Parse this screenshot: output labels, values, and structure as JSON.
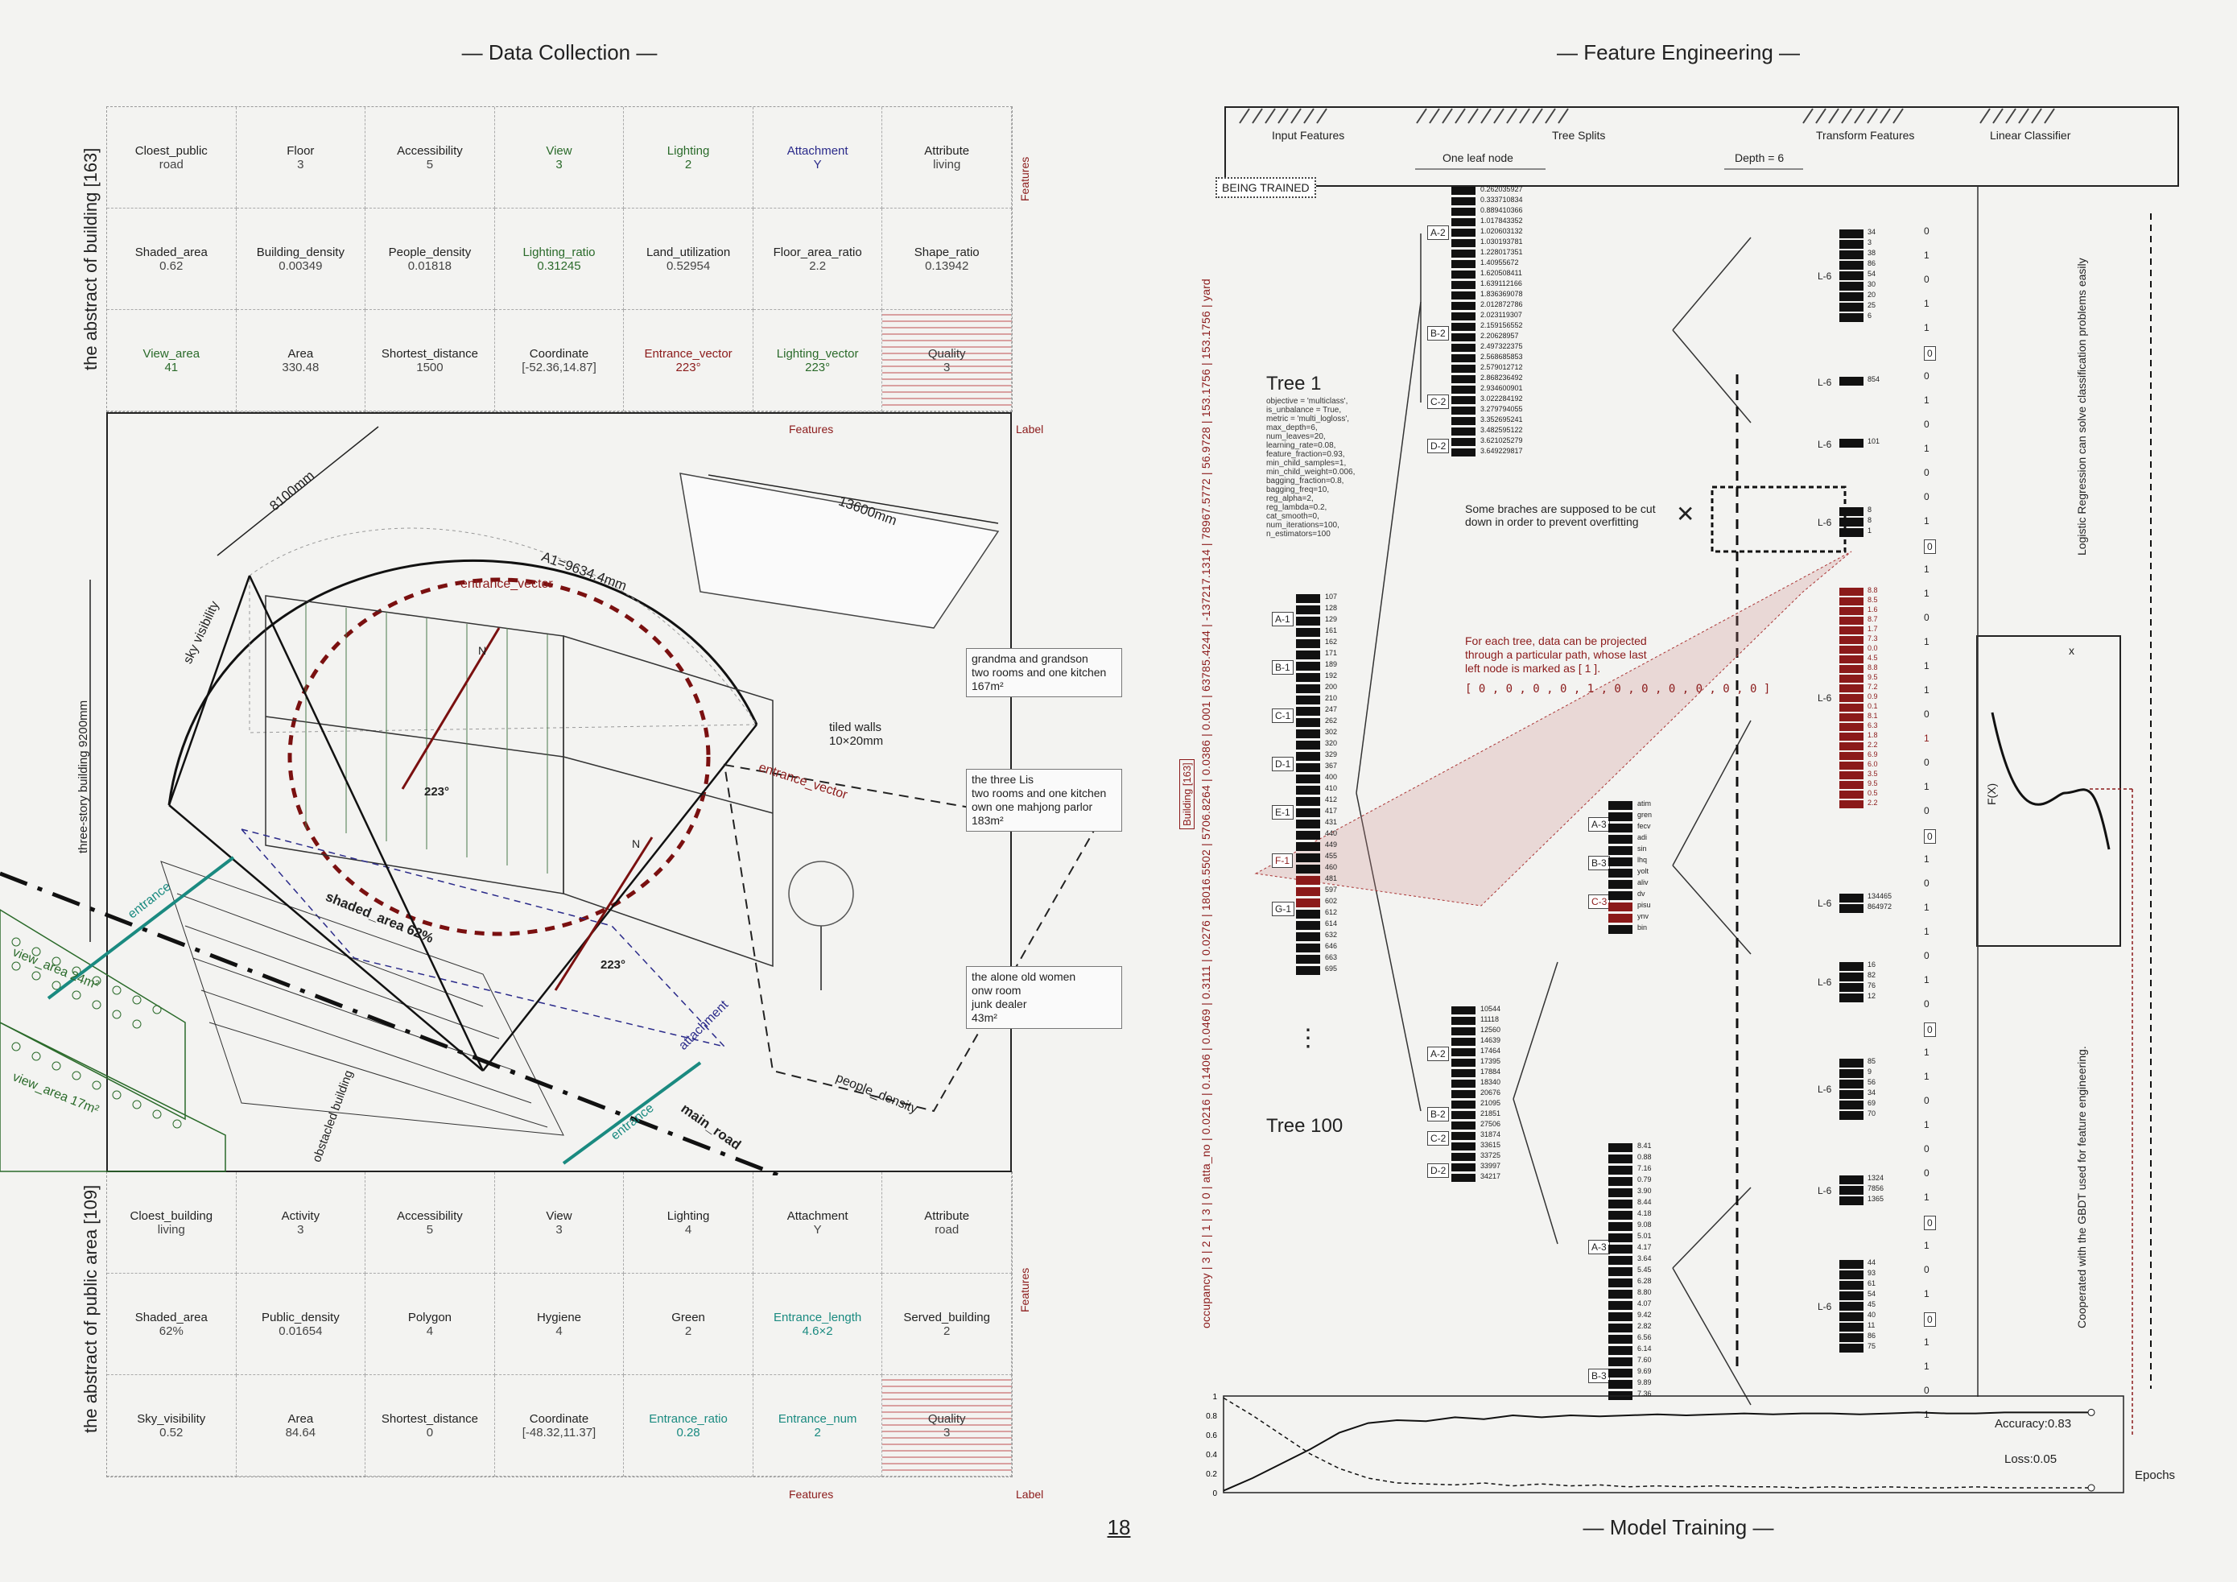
{
  "titles": {
    "data_collection": "— Data Collection —",
    "feature_engineering": "— Feature Engineering —",
    "model_training": "— Model Training —",
    "page_number": "18"
  },
  "building_table": {
    "side_label": "the abstract of building  [163]",
    "rows": [
      [
        {
          "k": "Cloest_public",
          "v": "road",
          "c": ""
        },
        {
          "k": "Floor",
          "v": "3",
          "c": ""
        },
        {
          "k": "Accessibility",
          "v": "5",
          "c": ""
        },
        {
          "k": "View",
          "v": "3",
          "c": "green"
        },
        {
          "k": "Lighting",
          "v": "2",
          "c": "green"
        },
        {
          "k": "Attachment",
          "v": "Y",
          "c": "blue"
        },
        {
          "k": "Attribute",
          "v": "living",
          "c": ""
        }
      ],
      [
        {
          "k": "Shaded_area",
          "v": "0.62",
          "c": ""
        },
        {
          "k": "Building_density",
          "v": "0.00349",
          "c": ""
        },
        {
          "k": "People_density",
          "v": "0.01818",
          "c": ""
        },
        {
          "k": "Lighting_ratio",
          "v": "0.31245",
          "c": "green"
        },
        {
          "k": "Land_utilization",
          "v": "0.52954",
          "c": ""
        },
        {
          "k": "Floor_area_ratio",
          "v": "2.2",
          "c": ""
        },
        {
          "k": "Shape_ratio",
          "v": "0.13942",
          "c": ""
        }
      ],
      [
        {
          "k": "View_area",
          "v": "41",
          "c": "green"
        },
        {
          "k": "Area",
          "v": "330.48",
          "c": ""
        },
        {
          "k": "Shortest_distance",
          "v": "1500",
          "c": ""
        },
        {
          "k": "Coordinate",
          "v": "[-52.36,14.87]",
          "c": ""
        },
        {
          "k": "Entrance_vector",
          "v": "223°",
          "c": "red"
        },
        {
          "k": "Lighting_vector",
          "v": "223°",
          "c": "green"
        },
        {
          "k": "Quality",
          "v": "3",
          "c": "quality"
        }
      ]
    ],
    "features_label": "Features",
    "label_label": "Label"
  },
  "public_table": {
    "side_label": "the abstract of public area  [109]",
    "rows": [
      [
        {
          "k": "Cloest_building",
          "v": "living",
          "c": ""
        },
        {
          "k": "Activity",
          "v": "3",
          "c": ""
        },
        {
          "k": "Accessibility",
          "v": "5",
          "c": ""
        },
        {
          "k": "View",
          "v": "3",
          "c": ""
        },
        {
          "k": "Lighting",
          "v": "4",
          "c": ""
        },
        {
          "k": "Attachment",
          "v": "Y",
          "c": ""
        },
        {
          "k": "Attribute",
          "v": "road",
          "c": ""
        }
      ],
      [
        {
          "k": "Shaded_area",
          "v": "62%",
          "c": ""
        },
        {
          "k": "Public_density",
          "v": "0.01654",
          "c": ""
        },
        {
          "k": "Polygon",
          "v": "4",
          "c": ""
        },
        {
          "k": "Hygiene",
          "v": "4",
          "c": ""
        },
        {
          "k": "Green",
          "v": "2",
          "c": ""
        },
        {
          "k": "Entrance_length",
          "v": "4.6×2",
          "c": "teal"
        },
        {
          "k": "Served_building",
          "v": "2",
          "c": ""
        }
      ],
      [
        {
          "k": "Sky_visibility",
          "v": "0.52",
          "c": ""
        },
        {
          "k": "Area",
          "v": "84.64",
          "c": ""
        },
        {
          "k": "Shortest_distance",
          "v": "0",
          "c": ""
        },
        {
          "k": "Coordinate",
          "v": "[-48.32,11.37]",
          "c": ""
        },
        {
          "k": "Entrance_ratio",
          "v": "0.28",
          "c": "teal"
        },
        {
          "k": "Entrance_num",
          "v": "2",
          "c": "teal"
        },
        {
          "k": "Quality",
          "v": "3",
          "c": "quality"
        }
      ]
    ],
    "features_label": "Features",
    "label_label": "Label"
  },
  "drawing": {
    "dim_8100": "8100mm",
    "dim_13600": "13600mm",
    "dim_a1": "A1=9634.4mm",
    "three_story": "three-story building  9200mm",
    "sky_visibility": "sky visibility",
    "entrance_vector_1": "entrance_vector",
    "entrance_vector_2": "entrance_vector",
    "shaded_area": "shaded_area 62%",
    "view_area_1": "view_area  24m²",
    "view_area_2": "view_area  17m²",
    "entrance_1": "entrance",
    "entrance_2": "entrance",
    "attachment": "attachment",
    "obstacled": "obstacled building",
    "main_road": "main_road",
    "people_density": "people_density",
    "tiled_walls": "tiled walls\n10×20mm",
    "angle_1": "223°",
    "angle_2": "223°",
    "n_1": "N",
    "n_2": "N",
    "box1": {
      "title": "grandma and grandson",
      "line1": "two rooms and one kitchen",
      "line2": "167m²"
    },
    "box2": {
      "title": "the three Lis",
      "line1": "two rooms and one kitchen",
      "line2": "own one mahjong parlor",
      "line3": "183m²"
    },
    "box3": {
      "title": "the alone old women",
      "line1": "onw room",
      "line2": "junk dealer",
      "line3": "43m²"
    }
  },
  "feature_eng": {
    "header_cols": [
      "Input Features",
      "Tree Splits",
      "Transform Features",
      "Linear Classifier"
    ],
    "being_trained": "BEING TRAINED",
    "one_leaf_node": "One leaf node",
    "depth": "Depth = 6",
    "vertical_features": "occupancy | 3 | 2 | 1 | 3 | 0 | atta_no | 0.0216 | 0.1406 | 0.0469 | 0.3111 | 0.0276 | 18016.5502 | 5706.8264 | 0.0386 | 0.001 | 63785.4244 | -137217.1314 | 78967.5772 | 56.9728 | 153.1756 | 153.1756 | yard",
    "building_tag": "Building [163]",
    "tree1": "Tree 1",
    "tree100": "Tree 100",
    "params": "objective = 'multiclass',\nis_unbalance = True,\nmetric = 'multi_logloss',\nmax_depth=6,\nnum_leaves=20,\nlearning_rate=0.08,\nfeature_fraction=0.93,\nmin_child_samples=1,\nmin_child_weight=0.006,\nbagging_fraction=0.8,\nbagging_freq=10,\nreg_alpha=2,\nreg_lambda=0.2,\ncat_smooth=0,\nnum_iterations=100,\nn_estimators=100",
    "cut_note": "Some braches are supposed to be cut\ndown in order to prevent overfitting",
    "cross": "✕",
    "projection_note": "For each tree, data can be projected\nthrough a particular path, whose last\nleft node is marked as [ 1 ].",
    "vector": "[ 0 , 0 , 0 , 0 , 1 , 0 , 0 , 0 , 0 , 0 , 0 ]",
    "logistic_note": "Logistic Regression can solve classification problems easily",
    "cooperated_note": "Cooperated with the GBDT used for feature engineering.",
    "fx": "F(X)",
    "x": "x",
    "left_nodes": [
      "A-1",
      "B-1",
      "C-1",
      "D-1",
      "E-1",
      "F-1",
      "G-1"
    ],
    "left_values": [
      "107",
      "128",
      "129",
      "161",
      "162",
      "171",
      "189",
      "192",
      "200",
      "210",
      "247",
      "262",
      "302",
      "320",
      "329",
      "367",
      "400",
      "410",
      "412",
      "417",
      "431",
      "440",
      "449",
      "455",
      "460",
      "481",
      "597",
      "602",
      "612",
      "614",
      "632",
      "646",
      "663",
      "695"
    ],
    "tree1_nodes": [
      "A-2",
      "B-2",
      "C-2",
      "D-2"
    ],
    "tree1_values": [
      "0.262035927",
      "0.333710834",
      "0.889410366",
      "1.017843352",
      "1.020603132",
      "1.030193781",
      "1.228017351",
      "1.40955672",
      "1.620508411",
      "1.639112166",
      "1.836369078",
      "2.012872786",
      "2.023119307",
      "2.159156552",
      "2.20628957",
      "2.497322375",
      "2.568685853",
      "2.579012712",
      "2.868236492",
      "2.934600901",
      "3.022284192",
      "3.279794055",
      "3.352695241",
      "3.482595122",
      "3.621025279",
      "3.649229817"
    ],
    "tree100_nodes": [
      "A-2",
      "B-2",
      "C-2",
      "D-2"
    ],
    "tree100_values": [
      "10544",
      "11118",
      "12560",
      "14639",
      "17464",
      "17395",
      "17884",
      "18340",
      "20676",
      "21095",
      "21851",
      "27506",
      "31874",
      "33615",
      "33725",
      "33997",
      "34217"
    ],
    "mid_nodes": [
      "A-3",
      "B-3",
      "C-3"
    ],
    "mid_labels": [
      "atim",
      "gren",
      "fecv",
      "adi",
      "sin",
      "lhq",
      "yolt",
      "aliv",
      "dv",
      "pisu",
      "ynv",
      "bin"
    ],
    "bottom_nodes": [
      "A-3",
      "B-3"
    ],
    "bottom_values": [
      "8.41",
      "0.88",
      "7.16",
      "0.79",
      "3.90",
      "8.44",
      "4.18",
      "9.08",
      "5.01",
      "4.17",
      "3.64",
      "5.45",
      "6.28",
      "8.80",
      "4.07",
      "9.42",
      "2.82",
      "6.56",
      "6.14",
      "7.60",
      "9.69",
      "9.89",
      "7.36"
    ],
    "leaf_groups": [
      {
        "label": "L-6",
        "values": [
          "34",
          "3",
          "38",
          "86",
          "54",
          "30",
          "20",
          "25",
          "6"
        ]
      },
      {
        "label": "L-6",
        "values": [
          "854"
        ]
      },
      {
        "label": "L-6",
        "values": [
          "101"
        ]
      },
      {
        "label": "L-6",
        "values": [
          "8",
          "8",
          "1"
        ]
      },
      {
        "label": "L-6",
        "values": [
          "8.8",
          "8.5",
          "1.6",
          "8.7",
          "1.7",
          "7.3",
          "0.0",
          "4.5",
          "8.8",
          "9.5",
          "7.2",
          "0.9",
          "0.1",
          "8.1",
          "6.3",
          "1.8",
          "2.2",
          "6.9",
          "6.0",
          "3.5",
          "9.5",
          "0.5",
          "2.2"
        ]
      },
      {
        "label": "L-6",
        "values": [
          "134465",
          "864972"
        ]
      },
      {
        "label": "L-6",
        "values": [
          "16",
          "82",
          "76",
          "12"
        ]
      },
      {
        "label": "L-6",
        "values": [
          "85",
          "9",
          "56",
          "34",
          "69",
          "70"
        ]
      },
      {
        "label": "L-6",
        "values": [
          "1324",
          "7856",
          "1365"
        ]
      },
      {
        "label": "L-6",
        "values": [
          "44",
          "93",
          "61",
          "54",
          "45",
          "40",
          "11",
          "86",
          "75"
        ]
      }
    ],
    "binary_col": [
      "0",
      "1",
      "0",
      "1",
      "1",
      "0",
      "0",
      "1",
      "0",
      "1",
      "0",
      "0",
      "1",
      "0",
      "1",
      "1",
      "0",
      "1",
      "1",
      "1",
      "0",
      "1",
      "0",
      "1",
      "0",
      "0",
      "1",
      "0",
      "1",
      "1",
      "0",
      "1",
      "0",
      "0",
      "1",
      "1",
      "0",
      "1",
      "0",
      "0",
      "1",
      "0",
      "1",
      "0",
      "1",
      "0",
      "1",
      "1",
      "0",
      "1"
    ]
  },
  "chart_data": {
    "type": "line",
    "x": [
      0,
      1,
      2,
      3,
      4,
      5,
      6,
      7,
      8,
      9,
      10,
      11,
      12,
      13,
      14,
      15,
      16,
      17,
      18,
      19,
      20,
      21,
      22,
      23,
      24,
      25,
      26,
      27,
      28,
      29,
      30
    ],
    "series": [
      {
        "name": "Accuracy",
        "values": [
          0.02,
          0.15,
          0.3,
          0.45,
          0.62,
          0.72,
          0.75,
          0.74,
          0.78,
          0.76,
          0.8,
          0.78,
          0.8,
          0.79,
          0.8,
          0.81,
          0.8,
          0.81,
          0.82,
          0.81,
          0.82,
          0.82,
          0.81,
          0.82,
          0.83,
          0.82,
          0.82,
          0.83,
          0.83,
          0.83,
          0.83
        ]
      },
      {
        "name": "Loss",
        "values": [
          0.98,
          0.8,
          0.6,
          0.4,
          0.25,
          0.15,
          0.1,
          0.09,
          0.08,
          0.1,
          0.07,
          0.09,
          0.07,
          0.08,
          0.06,
          0.07,
          0.06,
          0.07,
          0.06,
          0.06,
          0.05,
          0.06,
          0.05,
          0.06,
          0.05,
          0.05,
          0.06,
          0.05,
          0.05,
          0.05,
          0.05
        ]
      }
    ],
    "yticks": [
      "1",
      "0.8",
      "0.6",
      "0.4",
      "0.2",
      "0"
    ],
    "ylim": [
      0,
      1
    ],
    "acc_label": "Accuracy:0.83",
    "loss_label": "Loss:0.05",
    "xlabel": "Epochs"
  }
}
